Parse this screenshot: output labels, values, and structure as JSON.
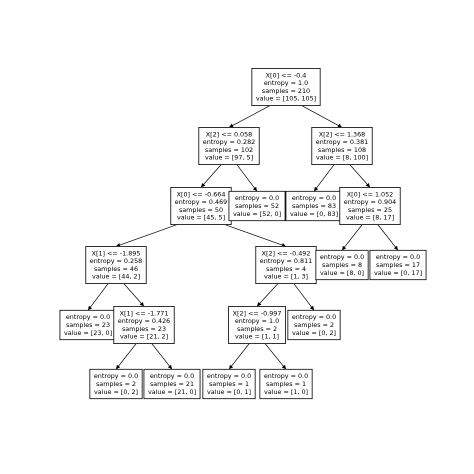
{
  "tree": {
    "nodes": [
      {
        "id": "n0",
        "lines": [
          "X[0] <= -0.4",
          "entropy = 1.0",
          "samples = 210",
          "value = [105, 105]"
        ]
      },
      {
        "id": "n1",
        "lines": [
          "X[2] <= 0.058",
          "entropy = 0.282",
          "samples = 102",
          "value = [97, 5]"
        ]
      },
      {
        "id": "n2",
        "lines": [
          "X[2] <= 1.368",
          "entropy = 0.381",
          "samples = 108",
          "value = [8, 100]"
        ]
      },
      {
        "id": "n3",
        "lines": [
          "X[0] <= -0.664",
          "entropy = 0.469",
          "samples = 50",
          "value = [45, 5]"
        ]
      },
      {
        "id": "n4",
        "lines": [
          "entropy = 0.0",
          "samples = 52",
          "value = [52, 0]"
        ]
      },
      {
        "id": "n5",
        "lines": [
          "entropy = 0.0",
          "samples = 83",
          "value = [0, 83]"
        ]
      },
      {
        "id": "n6",
        "lines": [
          "X[0] <= 1.052",
          "entropy = 0.904",
          "samples = 25",
          "value = [8, 17]"
        ]
      },
      {
        "id": "n7",
        "lines": [
          "X[1] <= -1.895",
          "entropy = 0.258",
          "samples = 46",
          "value = [44, 2]"
        ]
      },
      {
        "id": "n8",
        "lines": [
          "X[2] <= -0.492",
          "entropy = 0.811",
          "samples = 4",
          "value = [1, 3]"
        ]
      },
      {
        "id": "n9",
        "lines": [
          "entropy = 0.0",
          "samples = 8",
          "value = [8, 0]"
        ]
      },
      {
        "id": "n10",
        "lines": [
          "entropy = 0.0",
          "samples = 17",
          "value = [0, 17]"
        ]
      },
      {
        "id": "n11",
        "lines": [
          "entropy = 0.0",
          "samples = 23",
          "value = [23, 0]"
        ]
      },
      {
        "id": "n12",
        "lines": [
          "X[1] <= -1.771",
          "entropy = 0.426",
          "samples = 23",
          "value = [21, 2]"
        ]
      },
      {
        "id": "n13",
        "lines": [
          "X[2] <= -0.997",
          "entropy = 1.0",
          "samples = 2",
          "value = [1, 1]"
        ]
      },
      {
        "id": "n14",
        "lines": [
          "entropy = 0.0",
          "samples = 2",
          "value = [0, 2]"
        ]
      },
      {
        "id": "n15",
        "lines": [
          "entropy = 0.0",
          "samples = 2",
          "value = [0, 2]"
        ]
      },
      {
        "id": "n16",
        "lines": [
          "entropy = 0.0",
          "samples = 21",
          "value = [21, 0]"
        ]
      },
      {
        "id": "n17",
        "lines": [
          "entropy = 0.0",
          "samples = 1",
          "value = [0, 1]"
        ]
      },
      {
        "id": "n18",
        "lines": [
          "entropy = 0.0",
          "samples = 1",
          "value = [1, 0]"
        ]
      }
    ],
    "edges": [
      [
        "n0",
        "n1"
      ],
      [
        "n0",
        "n2"
      ],
      [
        "n1",
        "n3"
      ],
      [
        "n1",
        "n4"
      ],
      [
        "n2",
        "n5"
      ],
      [
        "n2",
        "n6"
      ],
      [
        "n3",
        "n7"
      ],
      [
        "n3",
        "n8"
      ],
      [
        "n6",
        "n9"
      ],
      [
        "n6",
        "n10"
      ],
      [
        "n7",
        "n11"
      ],
      [
        "n7",
        "n12"
      ],
      [
        "n8",
        "n13"
      ],
      [
        "n8",
        "n14"
      ],
      [
        "n12",
        "n15"
      ],
      [
        "n12",
        "n16"
      ],
      [
        "n13",
        "n17"
      ],
      [
        "n13",
        "n18"
      ]
    ]
  }
}
